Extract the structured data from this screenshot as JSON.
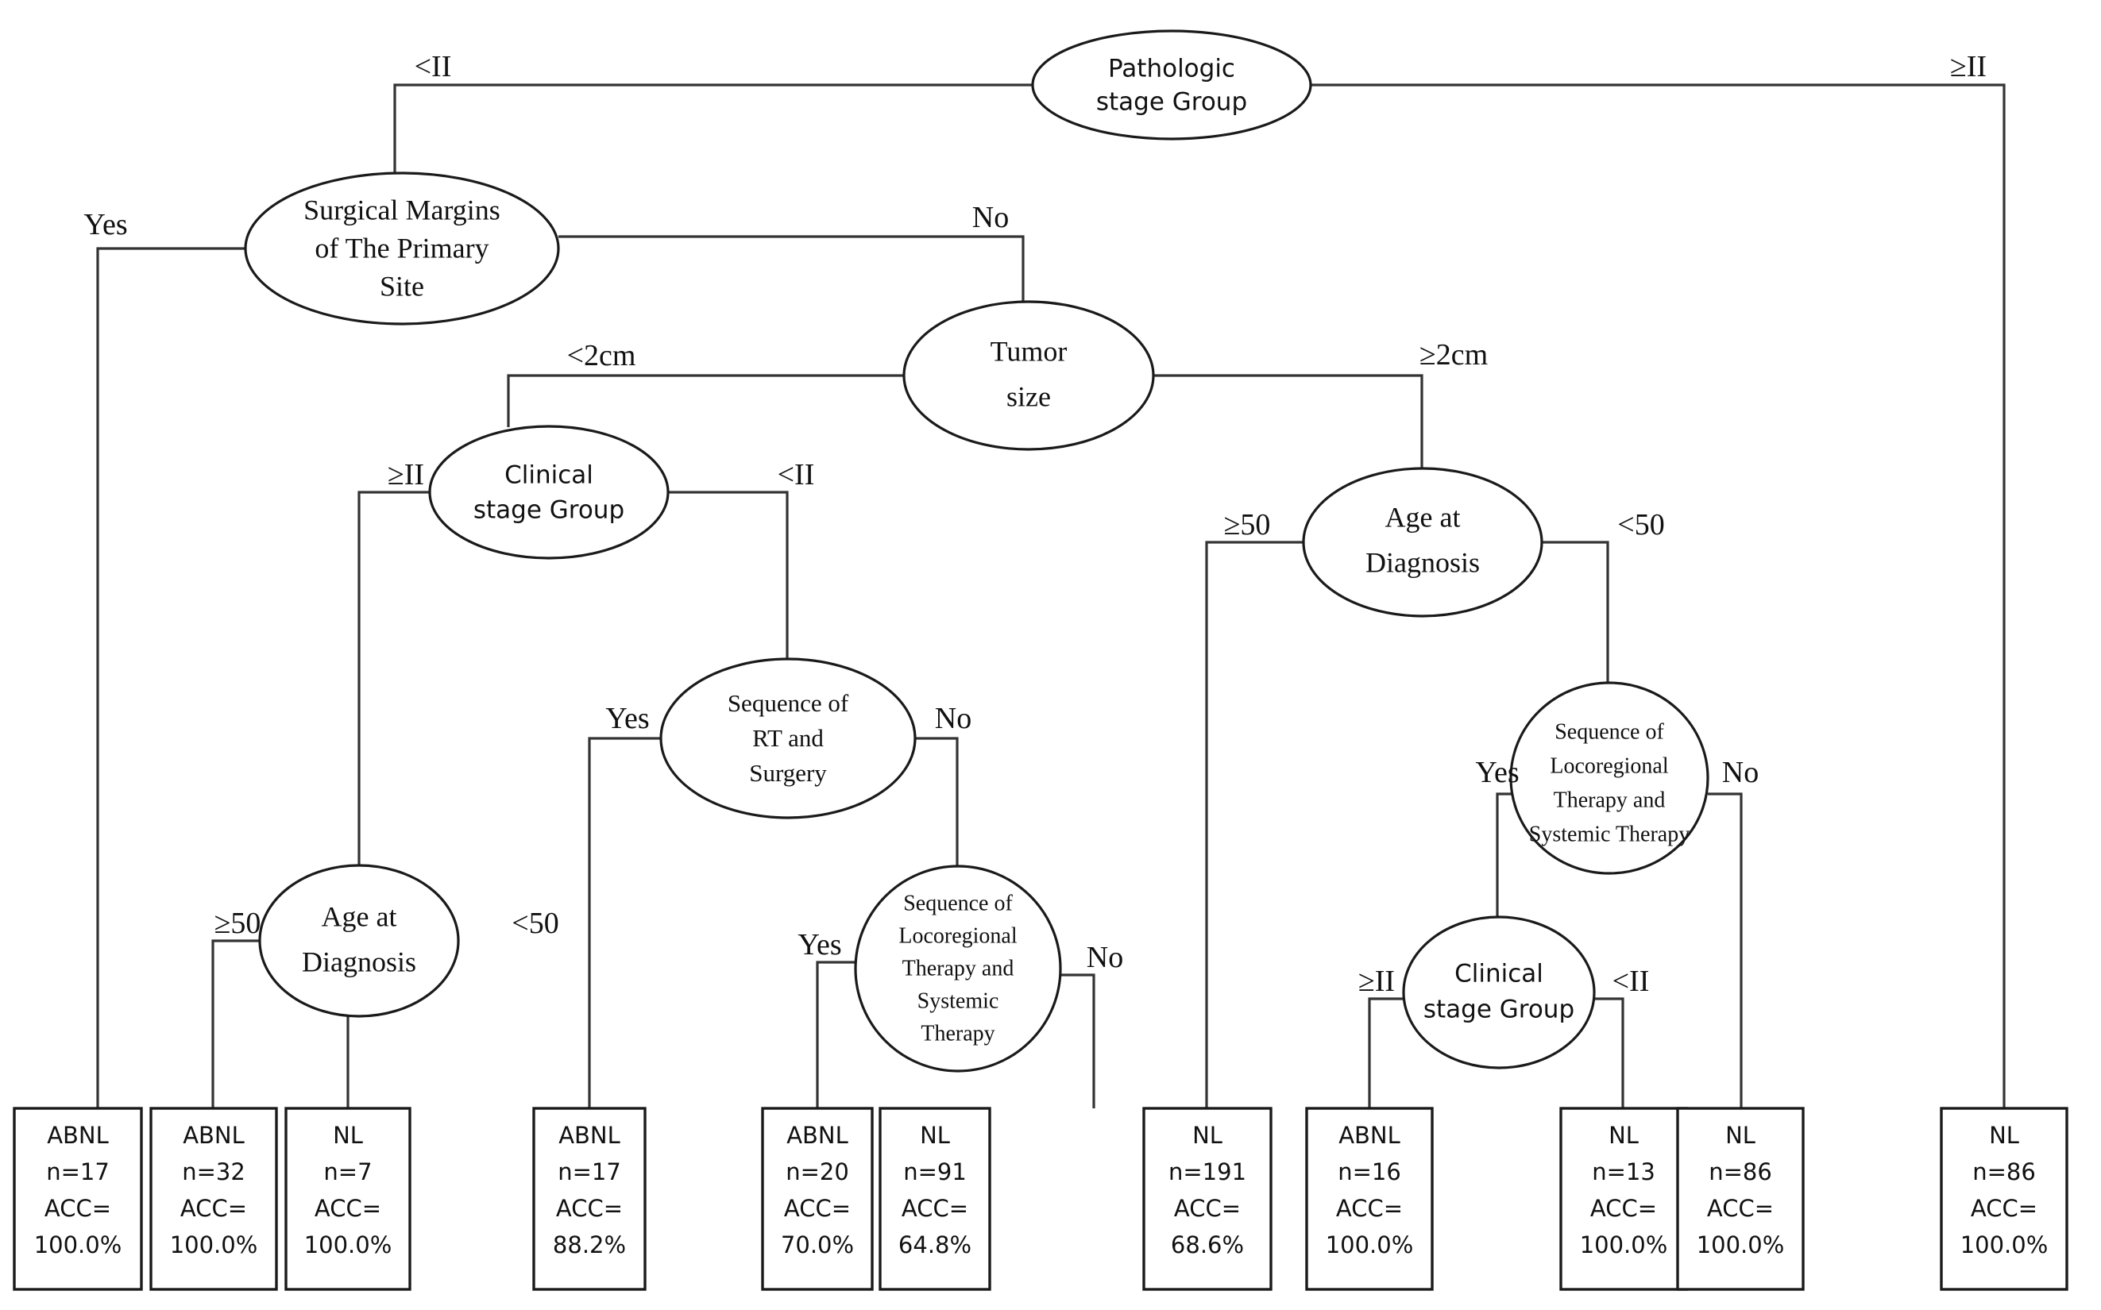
{
  "diagram": {
    "type": "decision-tree",
    "title": "",
    "decision_nodes": [
      {
        "id": "root",
        "label": "Pathologic stage Group",
        "lines": [
          "Pathologic",
          "stage Group"
        ]
      },
      {
        "id": "margins",
        "label": "Surgical Margins of The Primary Site",
        "lines": [
          "Surgical Margins",
          "of The Primary",
          "Site"
        ]
      },
      {
        "id": "tumorsize",
        "label": "Tumor size",
        "lines": [
          "Tumor",
          "size"
        ]
      },
      {
        "id": "clinstage_left",
        "label": "Clinical stage Group",
        "lines": [
          "Clinical",
          "stage Group"
        ]
      },
      {
        "id": "age_right",
        "label": "Age at Diagnosis",
        "lines": [
          "Age at",
          "Diagnosis"
        ]
      },
      {
        "id": "rtsurgery",
        "label": "Sequence of RT and Surgery",
        "lines": [
          "Sequence of",
          "RT and",
          "Surgery"
        ]
      },
      {
        "id": "seq_right",
        "label": "Sequence of Locoregional Therapy and Systemic Therapy",
        "lines": [
          "Sequence of",
          "Locoregional",
          "Therapy and",
          "Systemic Therapy"
        ]
      },
      {
        "id": "age_left",
        "label": "Age at Diagnosis",
        "lines": [
          "Age at",
          "Diagnosis"
        ]
      },
      {
        "id": "seq_mid",
        "label": "Sequence of Locoregional Therapy and Systemic Therapy",
        "lines": [
          "Sequence of",
          "Locoregional",
          "Therapy and",
          "Systemic",
          "Therapy"
        ]
      },
      {
        "id": "clinstage_right",
        "label": "Clinical stage Group",
        "lines": [
          "Clinical",
          "stage Group"
        ]
      }
    ],
    "edge_labels": [
      {
        "id": "root-left",
        "text": "<II"
      },
      {
        "id": "root-right",
        "text": "≥II"
      },
      {
        "id": "margins-yes",
        "text": "Yes"
      },
      {
        "id": "margins-no",
        "text": "No"
      },
      {
        "id": "tumorsize-lt2",
        "text": "<2cm"
      },
      {
        "id": "tumorsize-ge2",
        "text": "≥2cm"
      },
      {
        "id": "clinstage-left-ge2",
        "text": "≥II"
      },
      {
        "id": "clinstage-left-lt2",
        "text": "<II"
      },
      {
        "id": "age-right-ge50",
        "text": "≥50"
      },
      {
        "id": "age-right-lt50",
        "text": "<50"
      },
      {
        "id": "rtsurgery-yes",
        "text": "Yes"
      },
      {
        "id": "rtsurgery-no",
        "text": "No"
      },
      {
        "id": "seq-right-yes",
        "text": "Yes"
      },
      {
        "id": "seq-right-no",
        "text": "No"
      },
      {
        "id": "age-left-ge50",
        "text": "≥50"
      },
      {
        "id": "age-left-lt50",
        "text": "<50"
      },
      {
        "id": "seq-mid-yes",
        "text": "Yes"
      },
      {
        "id": "seq-mid-no",
        "text": "No"
      },
      {
        "id": "clinstage-right-ge2",
        "text": "≥II"
      },
      {
        "id": "clinstage-right-lt2",
        "text": "<II"
      }
    ],
    "leaf_nodes": [
      {
        "id": "leaf1",
        "class_label": "ABNL",
        "n": "n=17",
        "acc_label": "ACC=",
        "acc": "100.0%"
      },
      {
        "id": "leaf2",
        "class_label": "ABNL",
        "n": "n=32",
        "acc_label": "ACC=",
        "acc": "100.0%"
      },
      {
        "id": "leaf3",
        "class_label": "NL",
        "n": "n=7",
        "acc_label": "ACC=",
        "acc": "100.0%"
      },
      {
        "id": "leaf4",
        "class_label": "ABNL",
        "n": "n=17",
        "acc_label": "ACC=",
        "acc": "88.2%"
      },
      {
        "id": "leaf5",
        "class_label": "ABNL",
        "n": "n=20",
        "acc_label": "ACC=",
        "acc": "70.0%"
      },
      {
        "id": "leaf6",
        "class_label": "NL",
        "n": "n=91",
        "acc_label": "ACC=",
        "acc": "64.8%"
      },
      {
        "id": "leaf7",
        "class_label": "NL",
        "n": "n=191",
        "acc_label": "ACC=",
        "acc": "68.6%"
      },
      {
        "id": "leaf8",
        "class_label": "ABNL",
        "n": "n=16",
        "acc_label": "ACC=",
        "acc": "100.0%"
      },
      {
        "id": "leaf9",
        "class_label": "NL",
        "n": "n=13",
        "acc_label": "ACC=",
        "acc": "100.0%"
      },
      {
        "id": "leaf10",
        "class_label": "NL",
        "n": "n=86",
        "acc_label": "ACC=",
        "acc": "100.0%"
      },
      {
        "id": "leaf11",
        "class_label": "NL",
        "n": "n=86",
        "acc_label": "ACC=",
        "acc": "100.0%"
      }
    ],
    "colors": {
      "stroke": "#1a1a1a",
      "edge": "#333333",
      "background": "#ffffff",
      "text": "#111111"
    }
  }
}
